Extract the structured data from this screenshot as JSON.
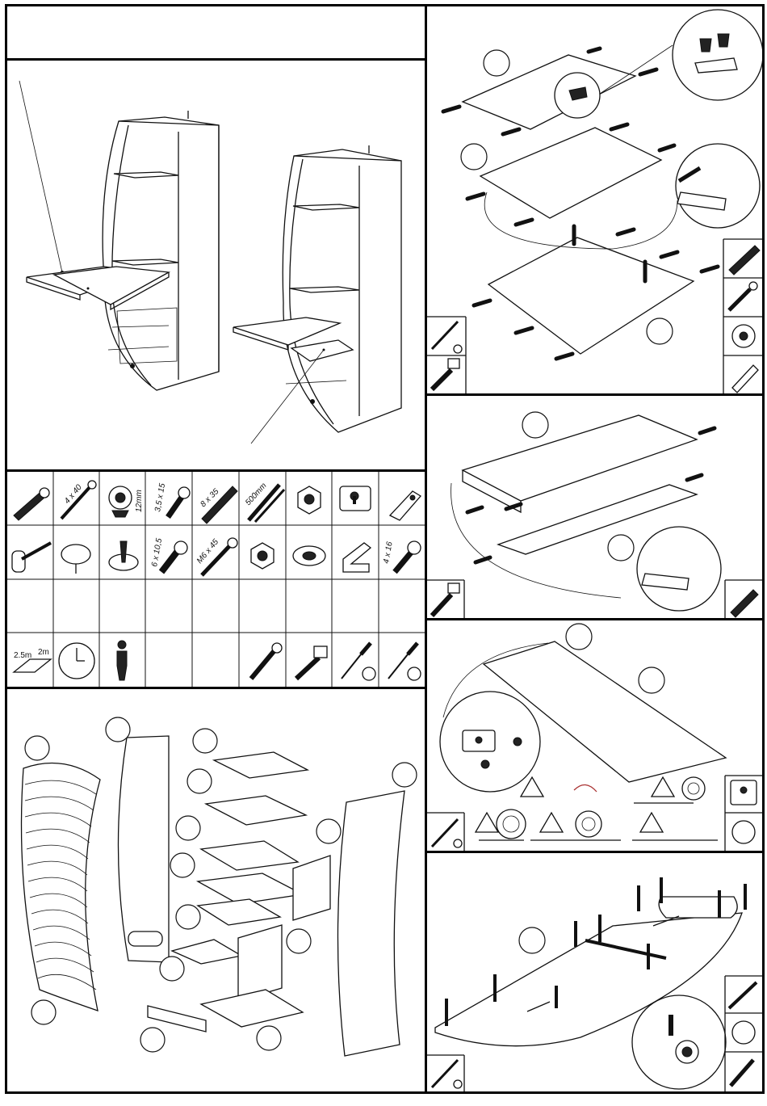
{
  "header": {
    "title": ""
  },
  "hardware": {
    "row1": [
      {
        "icon": "dowel-pin-icon",
        "label": ""
      },
      {
        "icon": "long-screw-icon",
        "label": "4 x 40"
      },
      {
        "icon": "cam-lock-icon",
        "label": "12mm"
      },
      {
        "icon": "short-screw-icon",
        "label": "3,5 x 15"
      },
      {
        "icon": "wooden-dowel-icon",
        "label": "8 x 35"
      },
      {
        "icon": "drawer-rail-icon",
        "label": "500mm"
      },
      {
        "icon": "hex-nut-icon",
        "label": ""
      },
      {
        "icon": "lock-plate-icon",
        "label": ""
      },
      {
        "icon": "bracket-clip-icon",
        "label": ""
      }
    ],
    "row2": [
      {
        "icon": "key-icon",
        "label": ""
      },
      {
        "icon": "furniture-glide-icon",
        "label": ""
      },
      {
        "icon": "hinge-pin-icon",
        "label": ""
      },
      {
        "icon": "screw-6x10-icon",
        "label": "6 x 10,5"
      },
      {
        "icon": "bolt-m6-icon",
        "label": "M6 x 45"
      },
      {
        "icon": "lock-nut-icon",
        "label": ""
      },
      {
        "icon": "washer-icon",
        "label": ""
      },
      {
        "icon": "angle-bracket-icon",
        "label": ""
      },
      {
        "icon": "screw-4x16-icon",
        "label": "4 x 16"
      }
    ]
  },
  "requirements": {
    "area_a": "2.5m",
    "area_b": "2m"
  }
}
